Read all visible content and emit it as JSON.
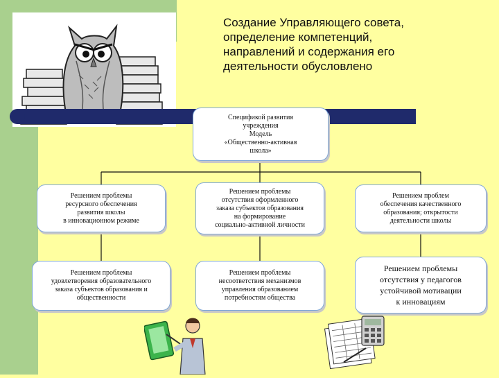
{
  "title": "Создание Управляющего совета,\nопределение компетенций,\nнаправлений и содержания его\nдеятельности   обусловлено",
  "root": "Спецификой развития\nучреждения\nМодель\n«Общественно-активная\nшкола»",
  "row1": [
    "Решением проблемы\nресурсного обеспечения\nразвития школы\nв инновационном режиме",
    "Решением проблемы\nотсутствия оформленного\nзаказа субъектов образования\nна формирование\nсоциально-активной личности",
    "Решением проблем\nобеспечения качественного\nобразования; открытости\nдеятельности школы"
  ],
  "row2": [
    "Решением проблемы\nудовлетворения образовательного\nзаказа субъектов образования и\nобщественности",
    "Решением проблемы\nнесоответствия механизмов\nуправления образованием\nпотребностям общества",
    "Решением проблемы\nотсутствия у педагогов\nустойчивой мотивации\nк инновациям"
  ],
  "colors": {
    "band": "#a9d08e",
    "background": "#ffffa0",
    "bar": "#1f2a6b",
    "node_border": "#7fa7d8"
  },
  "icons": [
    "owl-with-books-icon",
    "teacher-with-pointer-icon",
    "calculator-and-papers-icon"
  ]
}
